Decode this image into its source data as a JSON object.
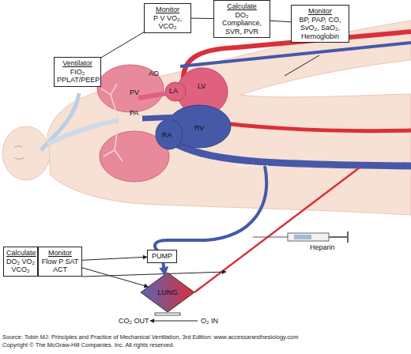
{
  "diagram": {
    "nodes": [
      {
        "text": [
          "Monitor",
          "P V V̇O₂, V̇CO₂"
        ]
      },
      {
        "text": [
          "Calculate",
          "DO₂ Compliance, SVR, PVR"
        ]
      },
      {
        "text": [
          "Monitor",
          "BP, PAP, CO, SvO₂, SaO₂, Hemoglobin"
        ]
      },
      {
        "text": [
          "Ventilator",
          "FIO₂ PPLAT/PEEP"
        ]
      },
      {
        "text": [
          "Calculate",
          "DO₂ V̇O₂ V̇CO₂"
        ]
      },
      {
        "text": [
          "Monitor",
          "Flow P SAT ACT"
        ]
      },
      {
        "text": [
          "PUMP"
        ]
      },
      {
        "text": [
          "LUNG"
        ]
      }
    ],
    "edges": [
      {
        "from": 0,
        "to": 3,
        "arrow": "none"
      },
      {
        "from": 0,
        "to": 1,
        "arrow": "none"
      },
      {
        "from": 1,
        "to": 2,
        "arrow": "none"
      },
      {
        "from": 5,
        "to": 6,
        "arrow": "to"
      },
      {
        "from": 5,
        "to": 7,
        "arrow": "to"
      },
      {
        "from": 6,
        "to": 7,
        "arrow": "to"
      }
    ],
    "labels": [
      "AO",
      "LA",
      "LV",
      "PV",
      "RV",
      "PA",
      "RA",
      "Heparin",
      "CO₂ OUT",
      "O₂ IN",
      "Source: Tobin MJ: Principles and Practice of Mechanical Ventilation, 3rd Edition: www.accessanesthesiology.com",
      "Copyright © The McGraw-Hill Companies, Inc. All rights reserved."
    ]
  }
}
